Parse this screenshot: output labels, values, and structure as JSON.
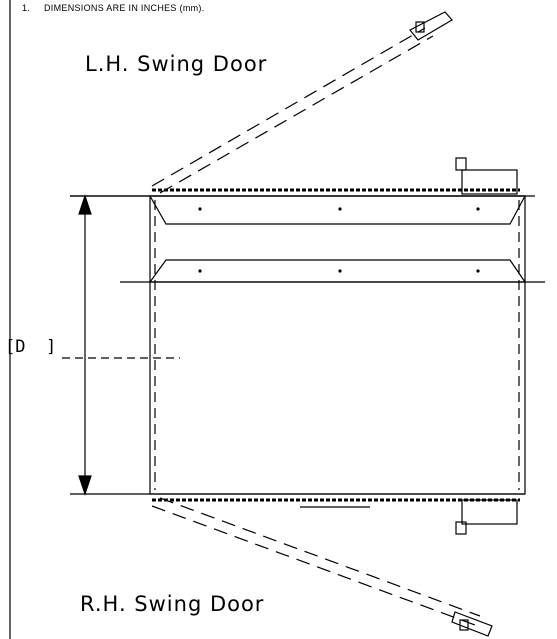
{
  "notes": [
    {
      "number": "1.",
      "text": "DIMENSIONS ARE IN INCHES (mm)."
    }
  ],
  "labels": {
    "lh_door": "L.H. Swing Door",
    "rh_door": "R.H. Swing Door",
    "dimension": "[D  ]"
  }
}
